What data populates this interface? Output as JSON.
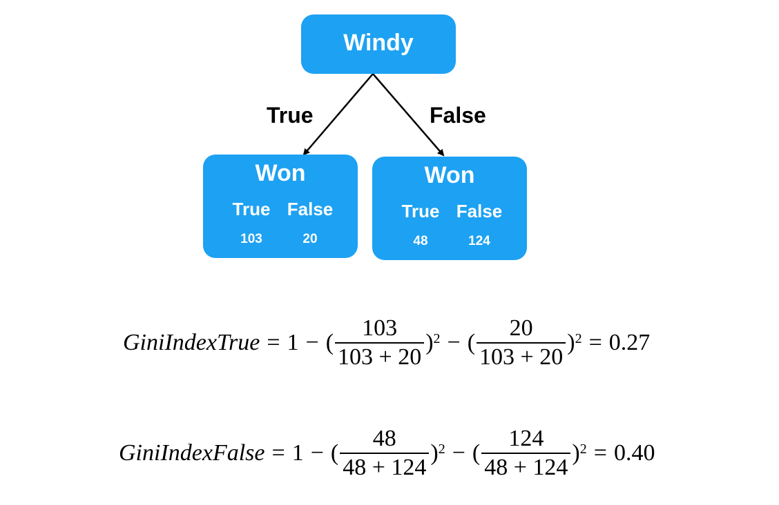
{
  "tree": {
    "root": {
      "label": "Windy"
    },
    "edges": {
      "left": "True",
      "right": "False"
    },
    "leaves": [
      {
        "title": "Won",
        "col1": "True",
        "col2": "False",
        "val1": "103",
        "val2": "20"
      },
      {
        "title": "Won",
        "col1": "True",
        "col2": "False",
        "val1": "48",
        "val2": "124"
      }
    ]
  },
  "formulas": [
    {
      "name": "GiniIndexTrue",
      "equals": "=",
      "one": "1",
      "minus": "−",
      "f1_num": "103",
      "f1_den": "103 + 20",
      "f2_num": "20",
      "f2_den": "103 + 20",
      "exponent": "2",
      "result": "0.27"
    },
    {
      "name": "GiniIndexFalse",
      "equals": "=",
      "one": "1",
      "minus": "−",
      "f1_num": "48",
      "f1_den": "48 + 124",
      "f2_num": "124",
      "f2_den": "48 + 124",
      "exponent": "2",
      "result": "0.40"
    }
  ]
}
